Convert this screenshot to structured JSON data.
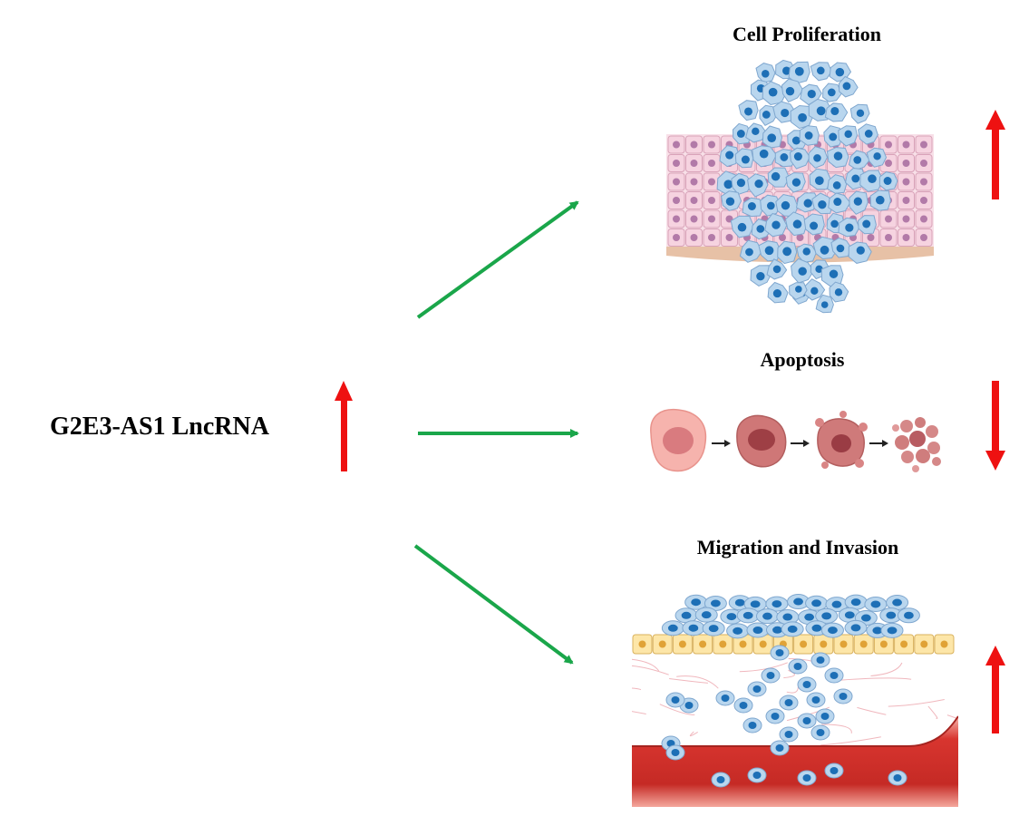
{
  "source": {
    "label": "G2E3-AS1 LncRNA",
    "trend": "up"
  },
  "outcomes": [
    {
      "label": "Cell Proliferation",
      "trend": "up"
    },
    {
      "label": "Apoptosis",
      "trend": "down"
    },
    {
      "label": "Migration and Invasion",
      "trend": "up"
    }
  ],
  "colors": {
    "connector_arrow": "#1aa64a",
    "trend_arrow": "#ee1111",
    "tumor_cell_fill": "#b9d6ee",
    "tumor_cell_nucleus": "#1d6fb6",
    "epithelium_fill": "#f6d3e0",
    "epithelium_nucleus": "#b27aa8",
    "basement_layer": "#e7c1a6",
    "apoptotic_cell": "#f2a3a3",
    "endothelium_fill": "#fde6a8",
    "vessel_fill": "#d8352f"
  },
  "icons": {
    "proliferation": "tumor-proliferation-illustration",
    "apoptosis": "apoptosis-stages-illustration",
    "migration": "tumor-invasion-illustration",
    "trend_up": "red-up-arrow-icon",
    "trend_down": "red-down-arrow-icon"
  }
}
